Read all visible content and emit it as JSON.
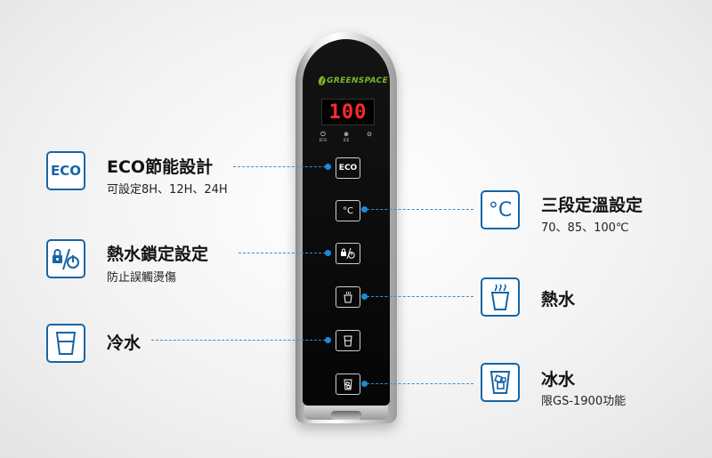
{
  "brand": {
    "logo_text": "GREENSPACE"
  },
  "device": {
    "display_value": "100",
    "status": [
      {
        "icon": "power-icon",
        "label": "ECO"
      },
      {
        "icon": "snowflake-icon",
        "label": "ICE"
      },
      {
        "icon": "thermometer-icon",
        "label": ""
      }
    ],
    "buttons": {
      "eco_label": "ECO",
      "temp_label": "°C"
    }
  },
  "features": {
    "eco": {
      "icon_label": "ECO",
      "title": "ECO節能設計",
      "subtitle": "可設定8H、12H、24H"
    },
    "lock": {
      "title": "熱水鎖定設定",
      "subtitle": "防止誤觸燙傷"
    },
    "cold": {
      "title": "冷水"
    },
    "temp": {
      "icon_label": "°C",
      "title": "三段定溫設定",
      "subtitle": "70、85、100℃"
    },
    "hot": {
      "title": "熱水"
    },
    "ice": {
      "title": "冰水",
      "subtitle": "限GS-1900功能"
    }
  },
  "colors": {
    "accent": "#1565a6",
    "display": "#ff2a2a",
    "logo": "#7fb52a"
  }
}
